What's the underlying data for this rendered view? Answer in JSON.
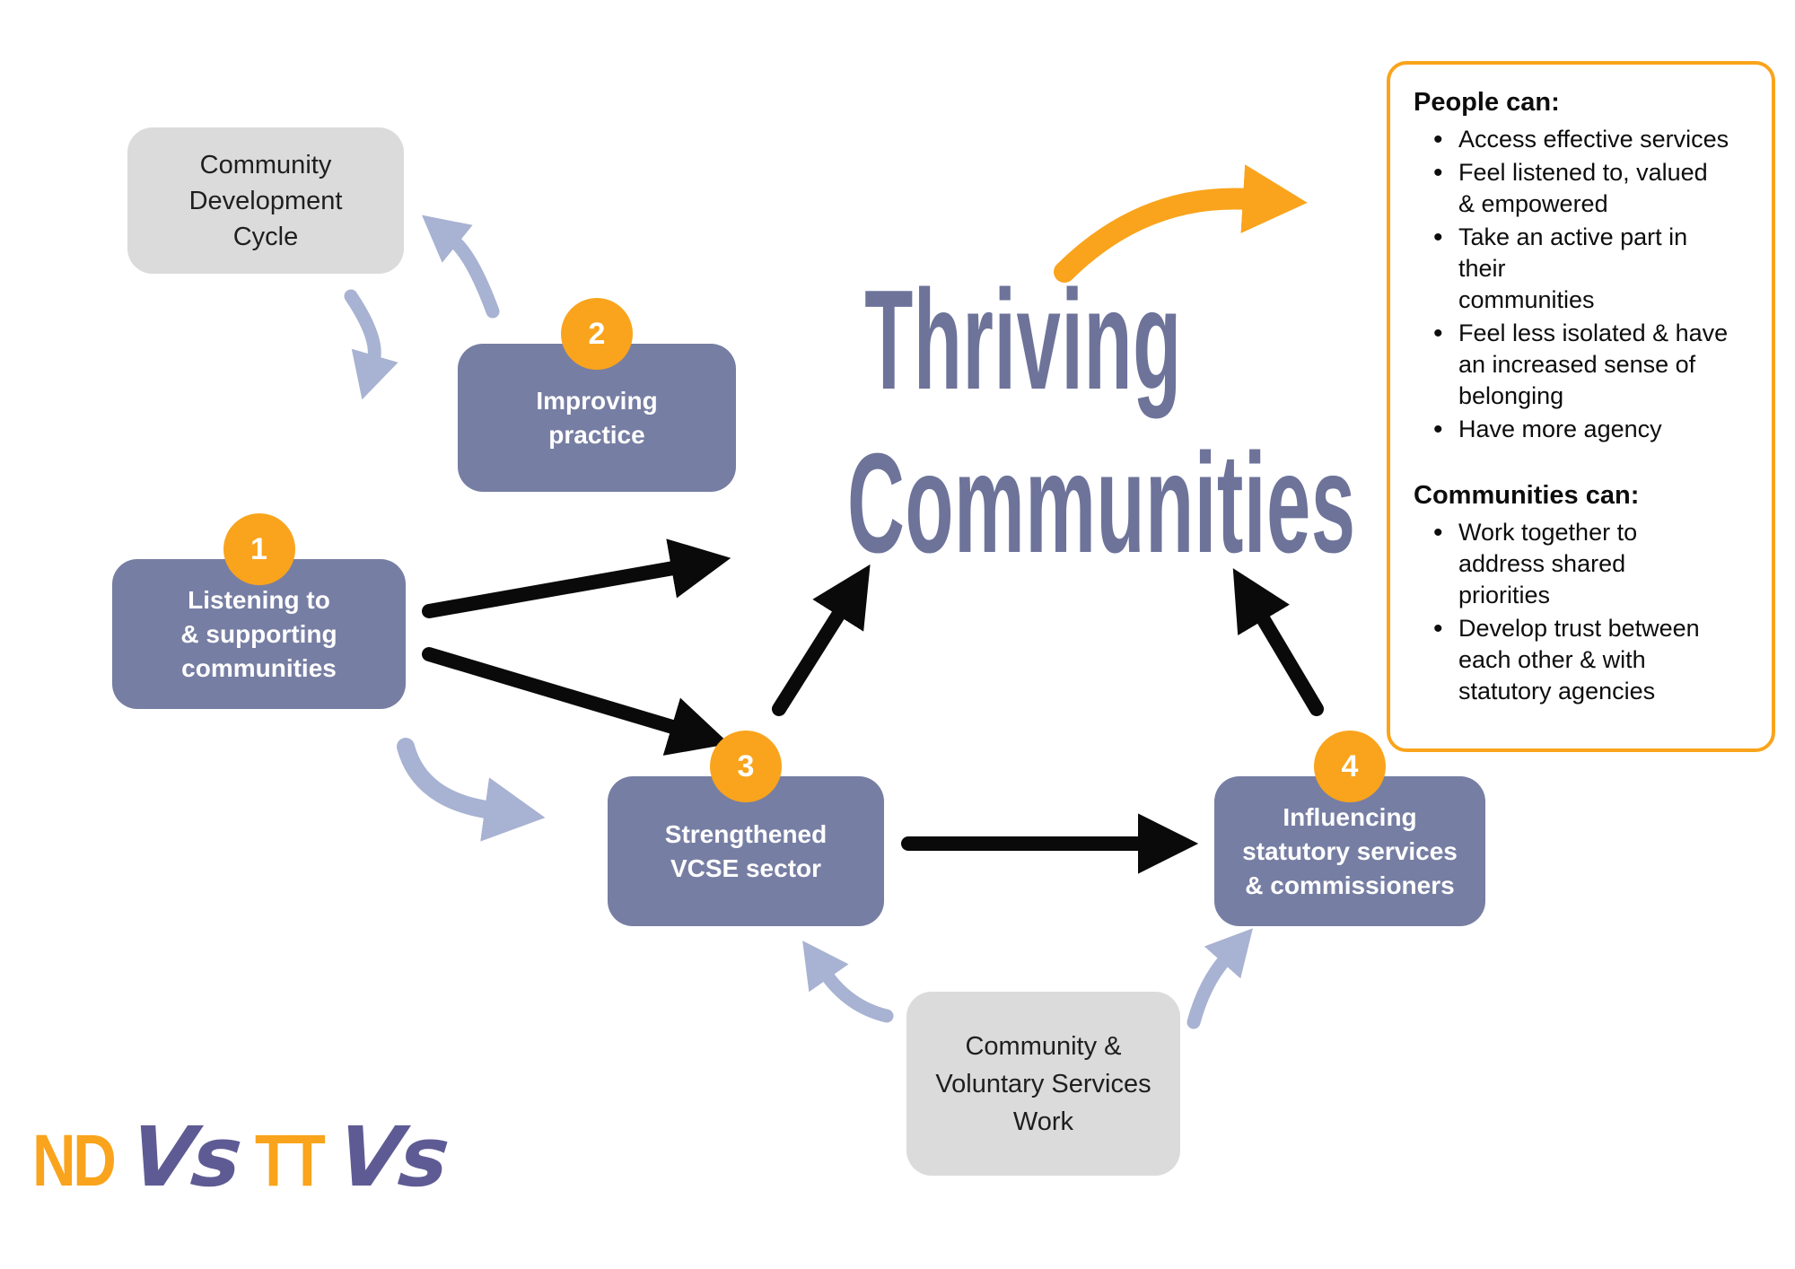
{
  "title": {
    "line1": "Thriving",
    "line2": "Communities"
  },
  "boxes": {
    "community_development_cycle": {
      "label": "Community\nDevelopment\nCycle"
    },
    "step1": {
      "number": "1",
      "label": "Listening to\n& supporting\ncommunities"
    },
    "step2": {
      "number": "2",
      "label": "Improving\npractice"
    },
    "step3": {
      "number": "3",
      "label": "Strengthened\nVCSE sector"
    },
    "step4": {
      "number": "4",
      "label": "Influencing\nstatutory services\n& commissioners"
    },
    "community_voluntary_services_work": {
      "label": "Community &\nVoluntary Services\nWork"
    }
  },
  "outcomes_panel": {
    "people_heading": "People can:",
    "people_items": [
      "Access effective services",
      "Feel listened to, valued\n& empowered",
      "Take an active part in\ntheir\ncommunities",
      "Feel less isolated & have\nan increased sense of\nbelonging",
      "Have more agency"
    ],
    "communities_heading": "Communities can:",
    "communities_items": [
      "Work together to\naddress shared\npriorities",
      "Develop trust between\neach other & with\nstatutory agencies"
    ]
  },
  "logo": {
    "part1": "ND",
    "part2": "Vs",
    "part3": "TT",
    "part4": "Vs"
  },
  "colors": {
    "slate_box": "#777EA3",
    "title_text": "#6D7399",
    "orange_accent": "#F9A41C",
    "lavender_arrow": "#A8B2D2",
    "gray_box": "#DBDBDB",
    "black_arrow": "#0A0A0A",
    "logo_purple": "#5E5B94"
  }
}
